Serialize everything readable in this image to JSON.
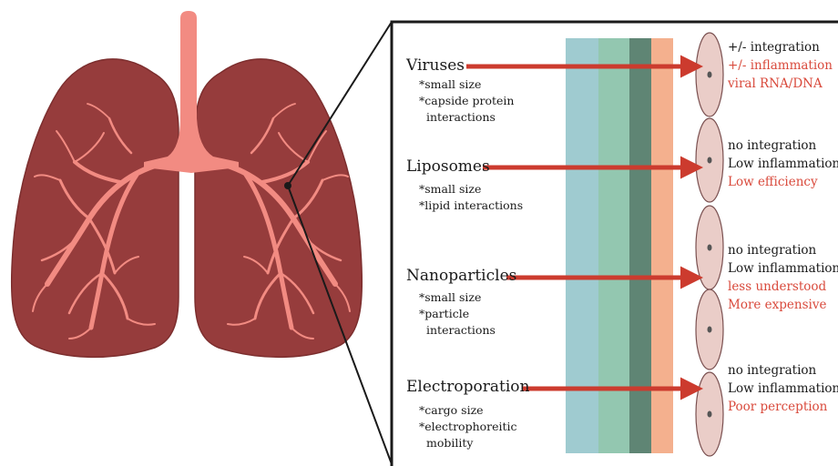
{
  "colors": {
    "lung": "#963c3c",
    "lung_edge": "#7c2e2e",
    "airway": "#f28b82",
    "arrow": "#cc3b2e",
    "red_text": "#d94a3c",
    "cell_fill": "#eacdc8",
    "cell_edge": "#7a5050",
    "nucleus": "#555555",
    "layer_1": "#9fcbd0",
    "layer_2": "#93c7b0",
    "layer_3": "#5f8574",
    "layer_4": "#f4b08e"
  },
  "methods": [
    {
      "name": "Viruses",
      "bullets": [
        "small size",
        "capside protein",
        "interactions"
      ],
      "bullet_marks": [
        true,
        true,
        false
      ],
      "outcomes": [
        {
          "text": "+/- integration",
          "red": false
        },
        {
          "text": "+/- inflammation",
          "red": true
        },
        {
          "text": "viral RNA/DNA",
          "red": true
        }
      ]
    },
    {
      "name": "Liposomes",
      "bullets": [
        "small size",
        "lipid interactions"
      ],
      "bullet_marks": [
        true,
        true
      ],
      "outcomes": [
        {
          "text": "no integration",
          "red": false
        },
        {
          "text": "Low inflammation",
          "red": false
        },
        {
          "text": "Low efficiency",
          "red": true
        }
      ]
    },
    {
      "name": "Nanoparticles",
      "bullets": [
        "small size",
        "particle",
        "interactions"
      ],
      "bullet_marks": [
        true,
        true,
        false
      ],
      "outcomes": [
        {
          "text": "no integration",
          "red": false
        },
        {
          "text": "Low inflammation",
          "red": false
        },
        {
          "text": "less understood",
          "red": true
        },
        {
          "text": "More expensive",
          "red": true
        }
      ]
    },
    {
      "name": "Electroporation",
      "bullets": [
        "cargo size",
        "electrophoreitic",
        "mobility"
      ],
      "bullet_marks": [
        true,
        true,
        false
      ],
      "outcomes": [
        {
          "text": "no integration",
          "red": false
        },
        {
          "text": "Low inflammation",
          "red": false
        },
        {
          "text": "Poor perception",
          "red": true
        }
      ]
    }
  ]
}
